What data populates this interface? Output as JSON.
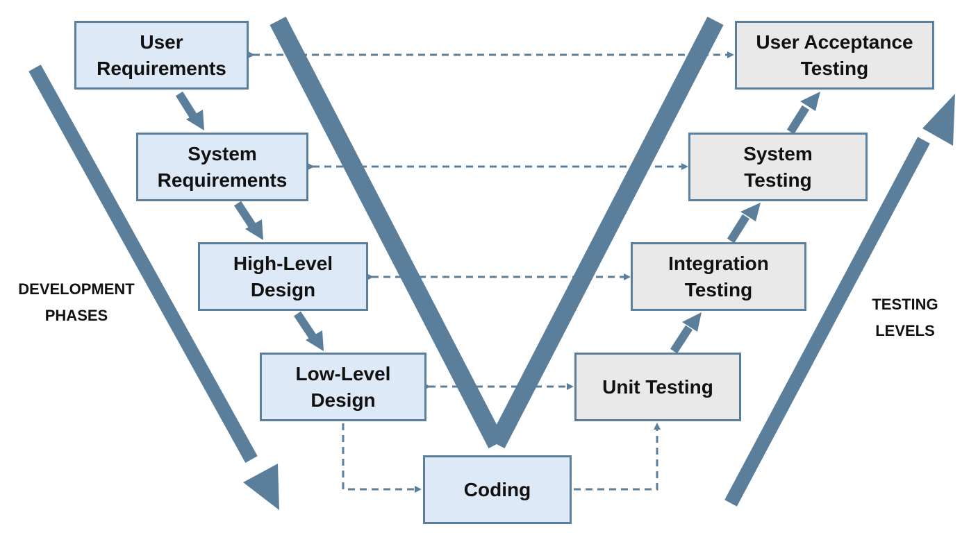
{
  "colors": {
    "arrow": "#5b7e9b",
    "dev_box_fill": "#dde9f6",
    "test_box_fill": "#e9e9e9",
    "box_border": "#5b7e9b",
    "text": "#111111"
  },
  "labels": {
    "development": [
      "DEVELOPMENT",
      "PHASES"
    ],
    "testing": [
      "TESTING",
      "LEVELS"
    ]
  },
  "development_phases": [
    {
      "id": "user-requirements",
      "lines": [
        "User",
        "Requirements"
      ]
    },
    {
      "id": "system-requirements",
      "lines": [
        "System",
        "Requirements"
      ]
    },
    {
      "id": "high-level-design",
      "lines": [
        "High-Level",
        "Design"
      ]
    },
    {
      "id": "low-level-design",
      "lines": [
        "Low-Level",
        "Design"
      ]
    }
  ],
  "coding": {
    "id": "coding",
    "lines": [
      "Coding"
    ]
  },
  "testing_levels": [
    {
      "id": "user-acceptance-testing",
      "lines": [
        "User Acceptance",
        "Testing"
      ]
    },
    {
      "id": "system-testing",
      "lines": [
        "System",
        "Testing"
      ]
    },
    {
      "id": "integration-testing",
      "lines": [
        "Integration",
        "Testing"
      ]
    },
    {
      "id": "unit-testing",
      "lines": [
        "Unit Testing"
      ]
    }
  ]
}
